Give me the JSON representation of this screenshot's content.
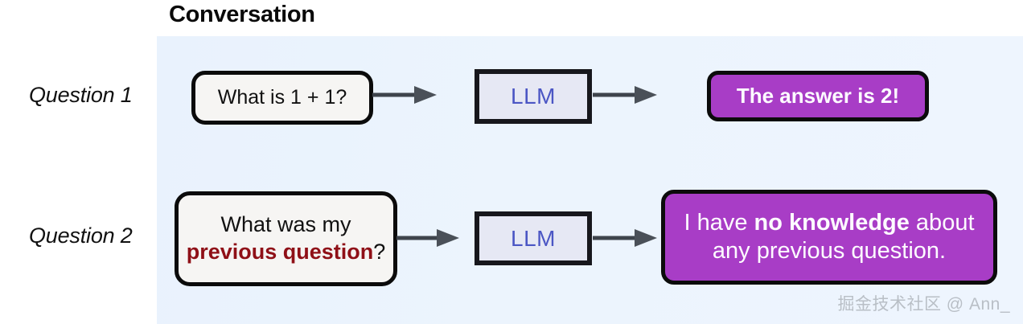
{
  "diagram": {
    "title": "Conversation",
    "background_color": "#eaf3fd",
    "rows": [
      {
        "label": "Question 1",
        "question_text": "What is 1 + 1?",
        "model_label": "LLM",
        "answer_text": "The answer is 2!"
      },
      {
        "label": "Question 2",
        "question_line1": "What was my",
        "question_emphasis": "previous question",
        "question_suffix": "?",
        "model_label": "LLM",
        "answer_line1_pre": "I have ",
        "answer_emphasis": "no knowledge",
        "answer_line1_post": " about",
        "answer_line2": "any previous question."
      }
    ],
    "arrow_label": "arrow-right",
    "colors": {
      "panel": "#eaf3fd",
      "answer_bubble": "#a83dc6",
      "llm_text": "#4b56c4",
      "llm_box": "#e6e8f4",
      "question_box": "#f6f5f3",
      "emphasis_red": "#8f1017",
      "outline": "#0b0b0b"
    }
  },
  "watermark": {
    "text": "掘金技术社区 @ Ann_"
  }
}
